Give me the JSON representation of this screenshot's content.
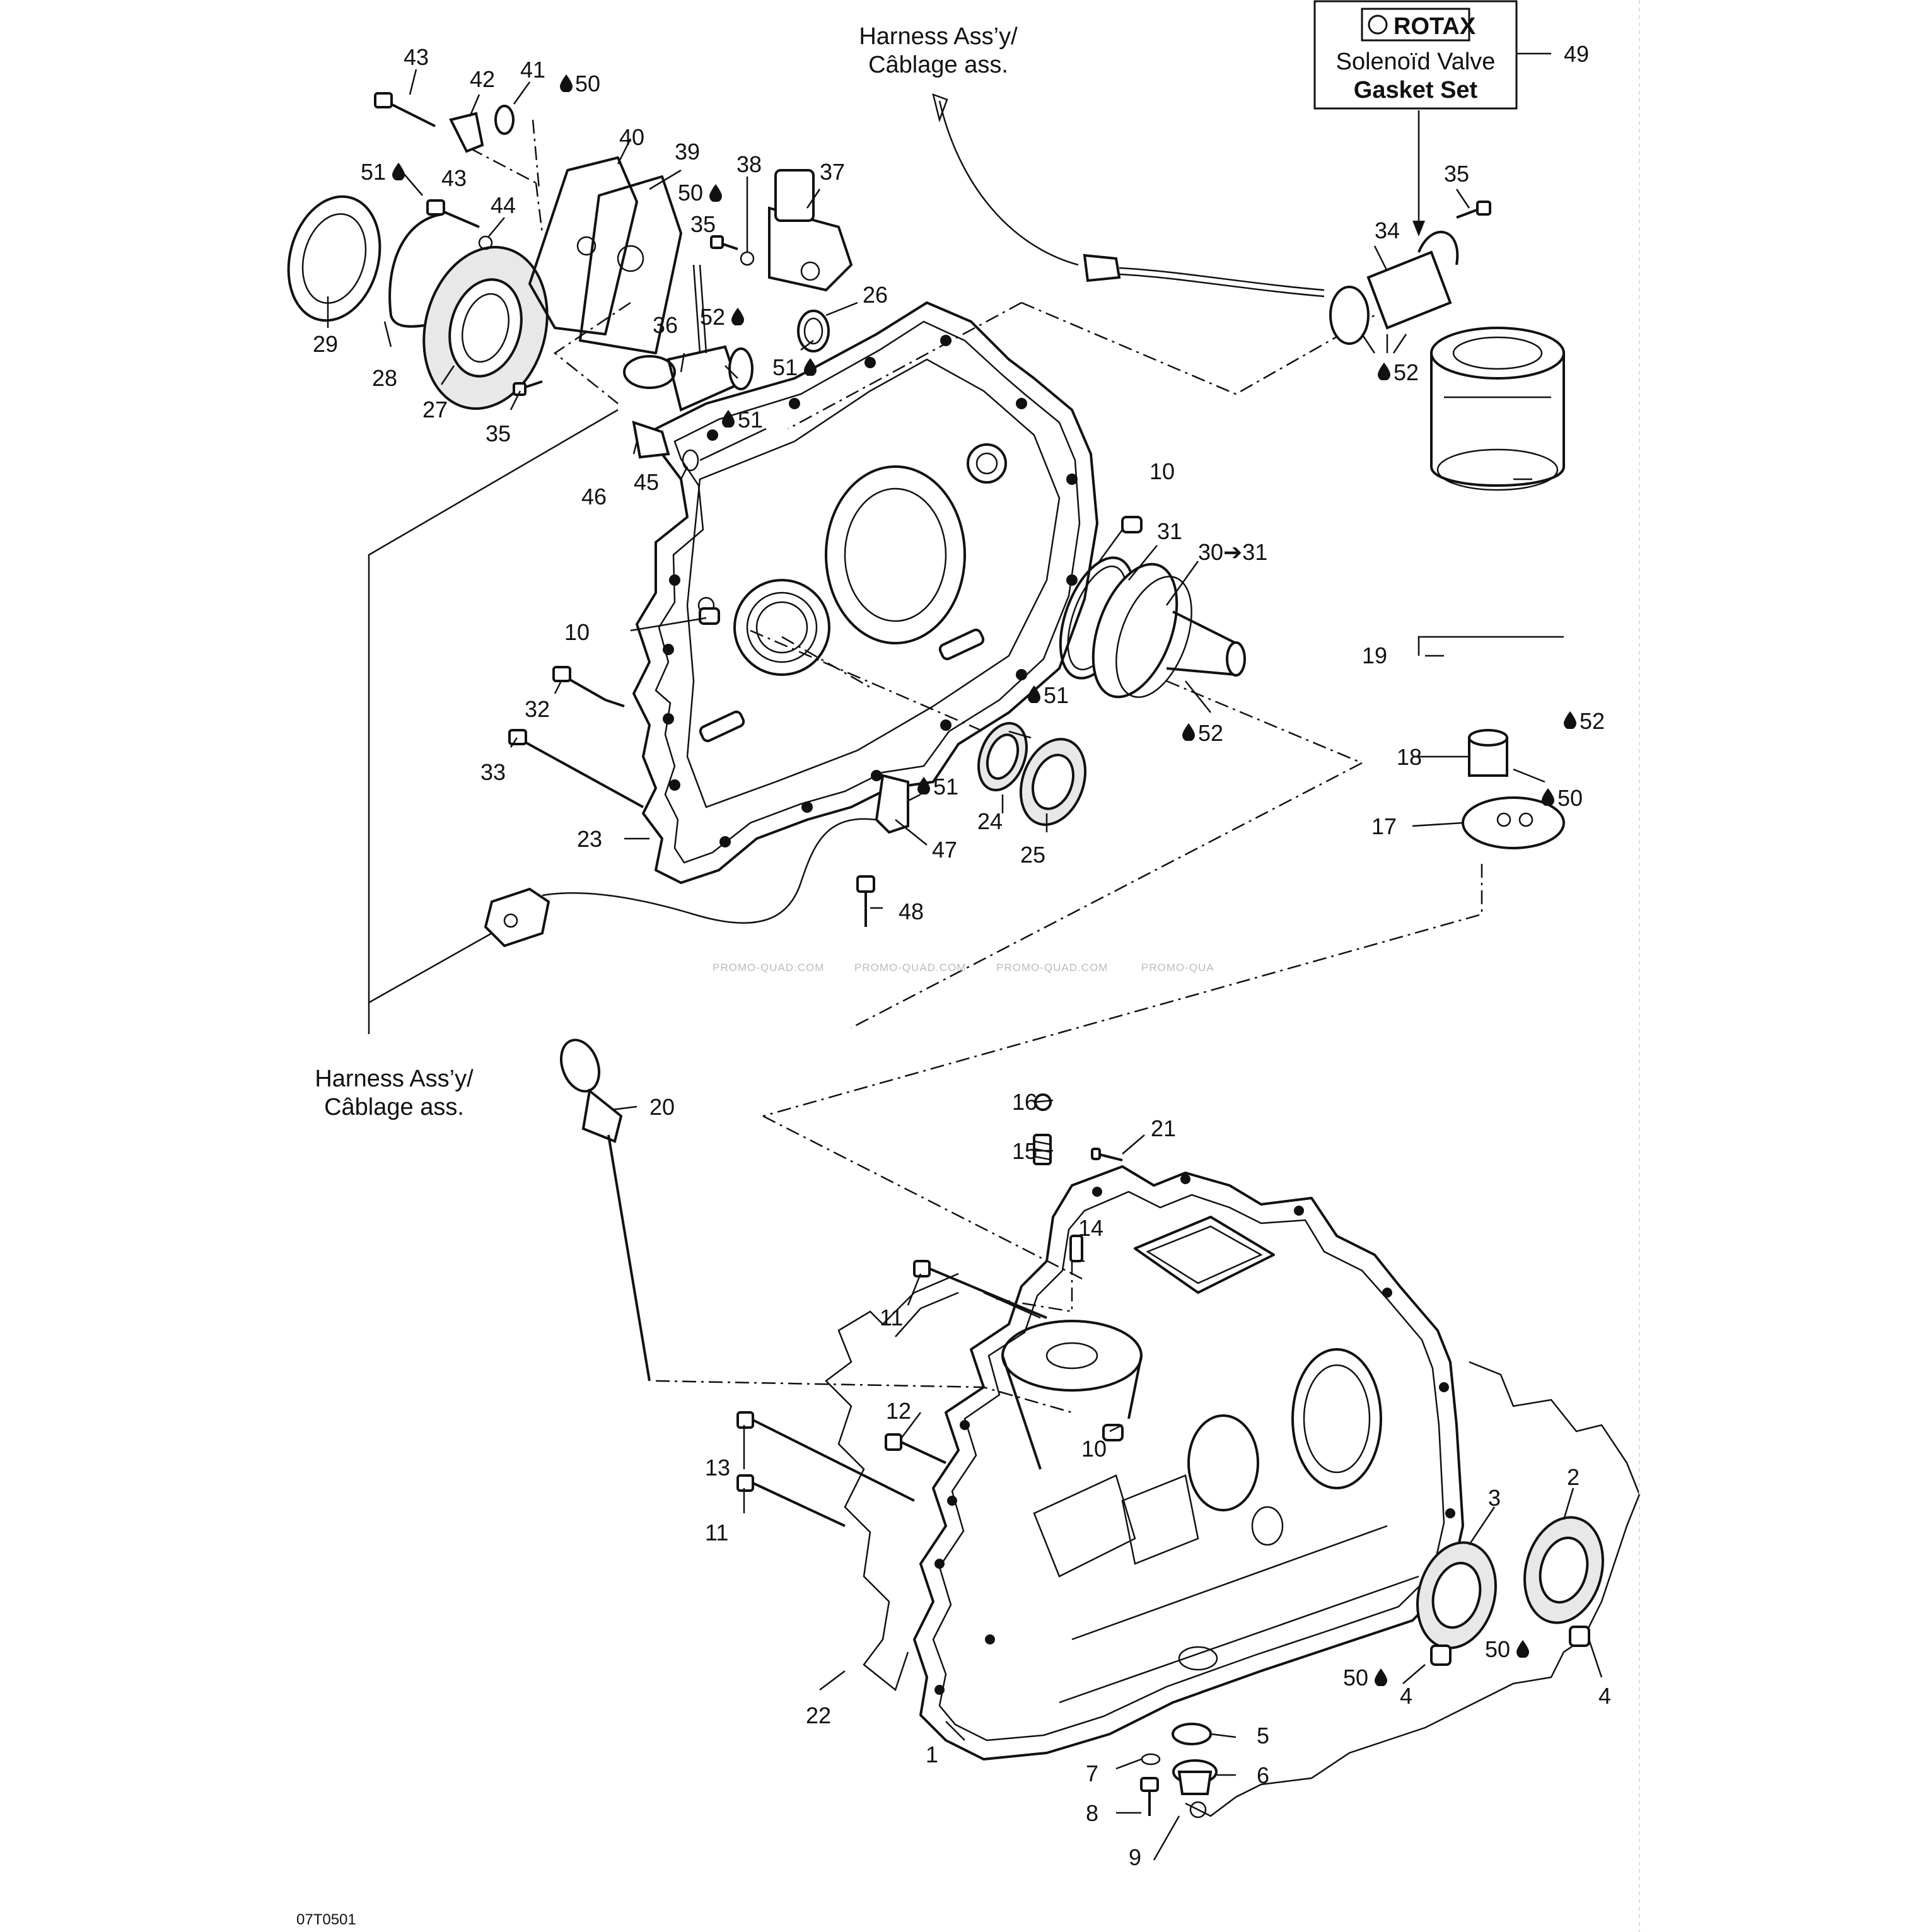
{
  "diagram": {
    "code": "07T0501",
    "watermarks": [
      "PROMO-QUAD.COM",
      "PROMO-QUAD.COM",
      "PROMO-QUAD.COM",
      "PROMO-QUA"
    ],
    "harness_top": {
      "line1": "Harness Ass’y/",
      "line2": "Câblage ass."
    },
    "harness_left": {
      "line1": "Harness Ass’y/",
      "line2": "Câblage ass."
    },
    "rotax_box": {
      "brand": "ROTAX",
      "line1": "Solenoïd Valve",
      "line2": "Gasket Set"
    },
    "labels": {
      "l1": "1",
      "l2": "2",
      "l3": "3",
      "l4a": "4",
      "l4b": "4",
      "l5": "5",
      "l6": "6",
      "l7": "7",
      "l8": "8",
      "l9": "9",
      "l10a": "10",
      "l10b": "10",
      "l10c": "10",
      "l11a": "11",
      "l11b": "11",
      "l12": "12",
      "l13": "13",
      "l14": "14",
      "l15": "15",
      "l16": "16",
      "l17": "17",
      "l18": "18",
      "l19": "19",
      "l20": "20",
      "l21": "21",
      "l22": "22",
      "l23": "23",
      "l24": "24",
      "l25": "25",
      "l26": "26",
      "l27": "27",
      "l28": "28",
      "l29": "29",
      "l30": "30➔31",
      "l31": "31",
      "l32": "32",
      "l33": "33",
      "l34": "34",
      "l35a": "35",
      "l35b": "35",
      "l35c": "35",
      "l36": "36",
      "l37": "37",
      "l38": "38",
      "l39": "39",
      "l40": "40",
      "l41": "41",
      "l42": "42",
      "l43a": "43",
      "l43b": "43",
      "l44": "44",
      "l45": "45",
      "l46": "46",
      "l47": "47",
      "l48": "48",
      "l49": "49"
    },
    "lube": {
      "d50a": "50",
      "d50b": "50",
      "d50c": "50",
      "d50d": "50",
      "d50e": "50",
      "d51a": "51",
      "d51b": "51",
      "d51c": "51",
      "d51d": "51",
      "d51e": "51",
      "d52a": "52",
      "d52b": "52",
      "d52c": "52",
      "d52d": "52"
    }
  }
}
